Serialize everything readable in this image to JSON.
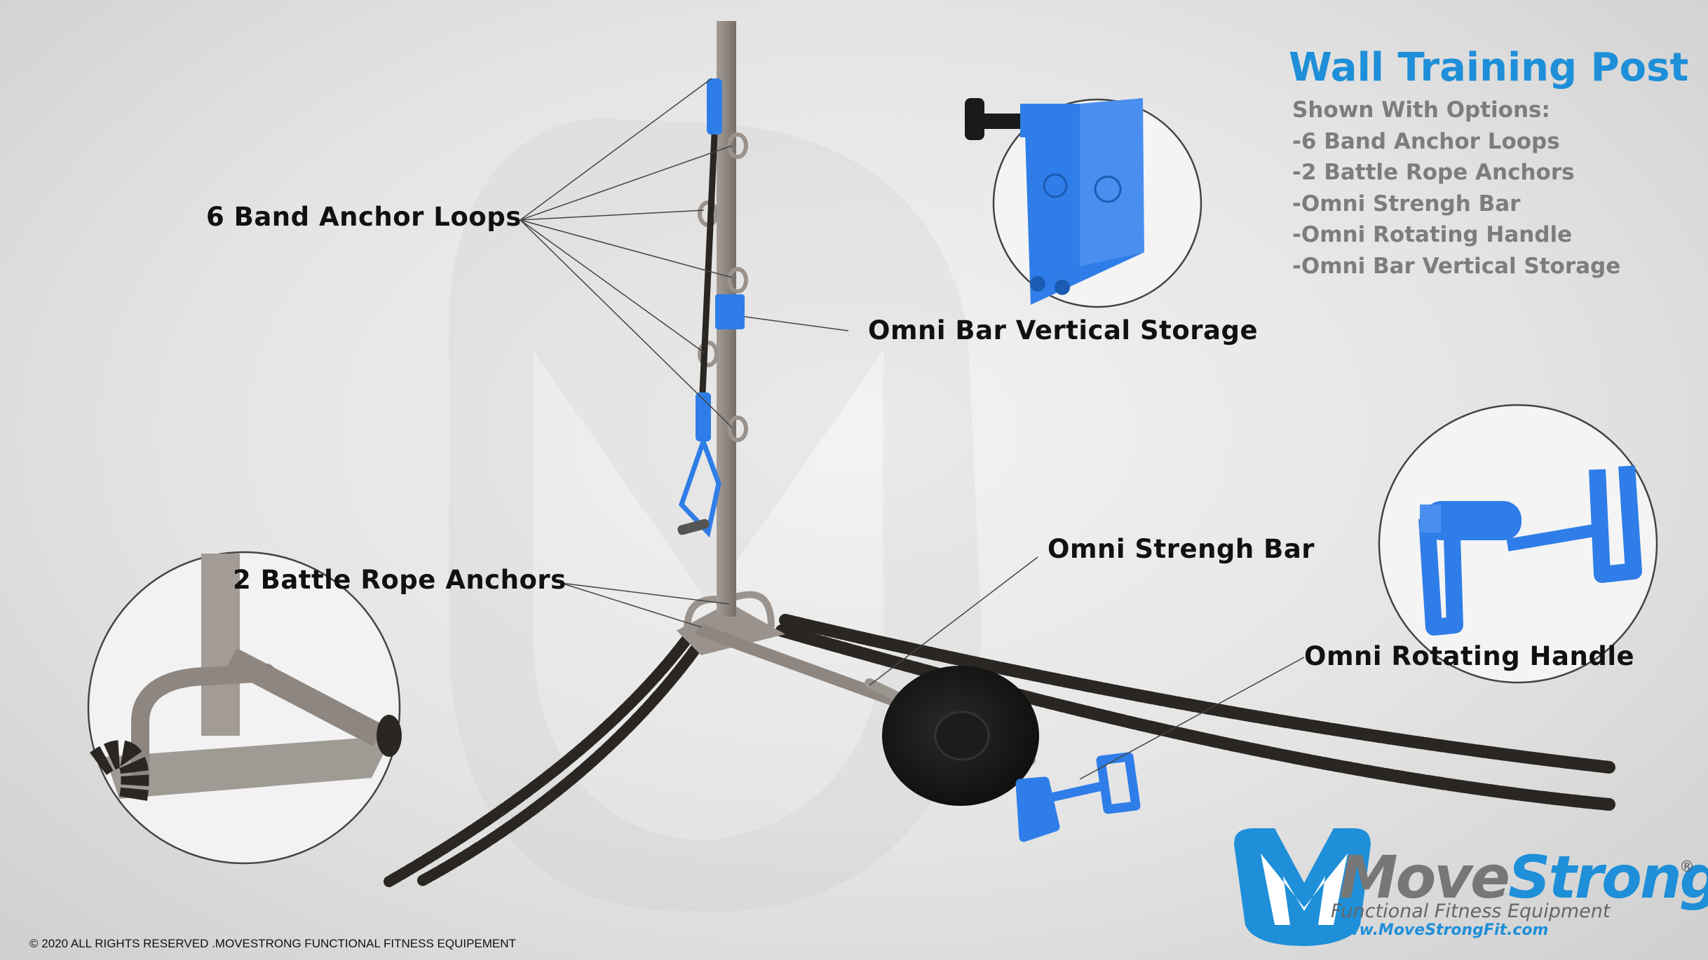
{
  "title": "Wall Training Post",
  "options": {
    "heading": "Shown With Options:",
    "items": [
      "-6 Band Anchor Loops",
      "-2 Battle Rope Anchors",
      "-Omni Strengh Bar",
      "-Omni Rotating Handle",
      "-Omni Bar Vertical Storage"
    ]
  },
  "callouts": {
    "band_anchor_loops": "6 Band Anchor Loops",
    "bar_vertical_storage": "Omni Bar Vertical Storage",
    "battle_rope_anchors": "2 Battle Rope Anchors",
    "strength_bar": "Omni Strengh Bar",
    "rotating_handle": "Omni Rotating Handle"
  },
  "logo": {
    "word_move": "Move",
    "word_strong": "Strong",
    "registered": "®",
    "tagline": "Functional Fitness Equipment",
    "url": "www.MoveStrongFit.com"
  },
  "copyright": "© 2020 ALL RIGHTS RESERVED .MOVESTRONG FUNCTIONAL FITNESS EQUIPEMENT",
  "colors": {
    "brand_blue": "#1e8fd8",
    "part_blue": "#2f7de8",
    "post_gray": "#8e8680",
    "rope": "#2a2622",
    "background": "#e6e6e6"
  },
  "icons": [
    "movestrong-m-logo-icon"
  ]
}
